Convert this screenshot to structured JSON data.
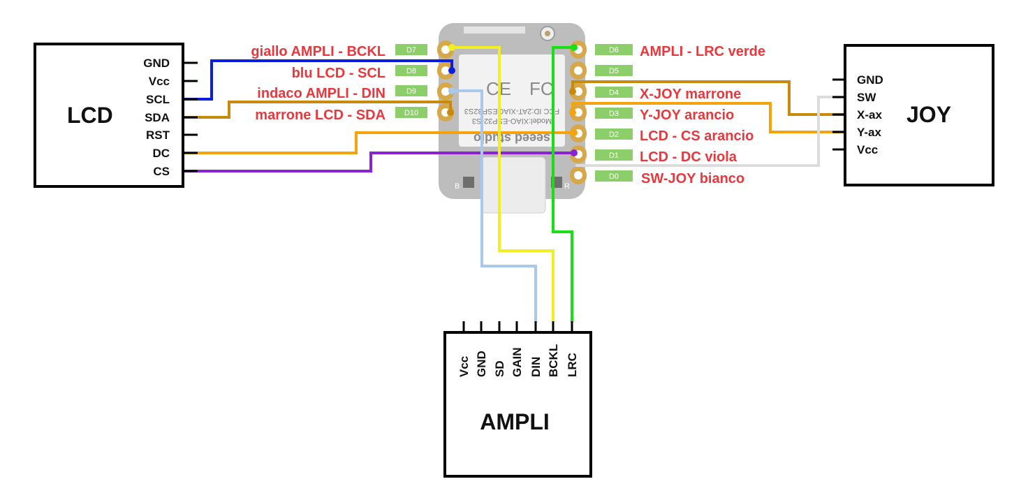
{
  "lcd": {
    "title": "LCD",
    "pins": [
      "GND",
      "Vcc",
      "SCL",
      "SDA",
      "RST",
      "DC",
      "CS"
    ]
  },
  "joy": {
    "title": "JOY",
    "pins": [
      "GND",
      "SW",
      "X-ax",
      "Y-ax",
      "Vcc"
    ]
  },
  "ampli": {
    "title": "AMPLI",
    "pins": [
      "Vcc",
      "GND",
      "SD",
      "GAIN",
      "DIN",
      "BCKL",
      "LRC"
    ]
  },
  "board": {
    "pads_left": [
      "D7",
      "D8",
      "D9",
      "D10"
    ],
    "pads_right": [
      "D6",
      "D5",
      "D4",
      "D3",
      "D2",
      "D1",
      "D0"
    ],
    "silkscreen": [
      "Model:XIAO-ESP32-S3",
      "FCC ID:2AT-XIAOESP32S3",
      "seeed studio"
    ],
    "button_labels": [
      "B",
      "R"
    ]
  },
  "wire_labels": {
    "left": [
      "giallo AMPLI - BCKL",
      "blu LCD - SCL",
      "indaco AMPLI - DIN",
      "marrone LCD - SDA"
    ],
    "right": [
      "AMPLI - LRC verde",
      "X-JOY marrone",
      "Y-JOY arancio",
      "LCD - CS arancio",
      "LCD - DC viola",
      "SW-JOY bianco"
    ]
  },
  "colors": {
    "yellow": "#f2ee22",
    "blue": "#0a1ee0",
    "light_blue": "#a9c8ee",
    "brown": "#c88a0a",
    "orange": "#f5a30c",
    "purple": "#8a22d2",
    "green": "#17e017",
    "white_wire": "#dcdcdc",
    "label_red": "#e8383d",
    "pad_green": "#8ccf6a",
    "board_gray": "#bdbdbd"
  }
}
